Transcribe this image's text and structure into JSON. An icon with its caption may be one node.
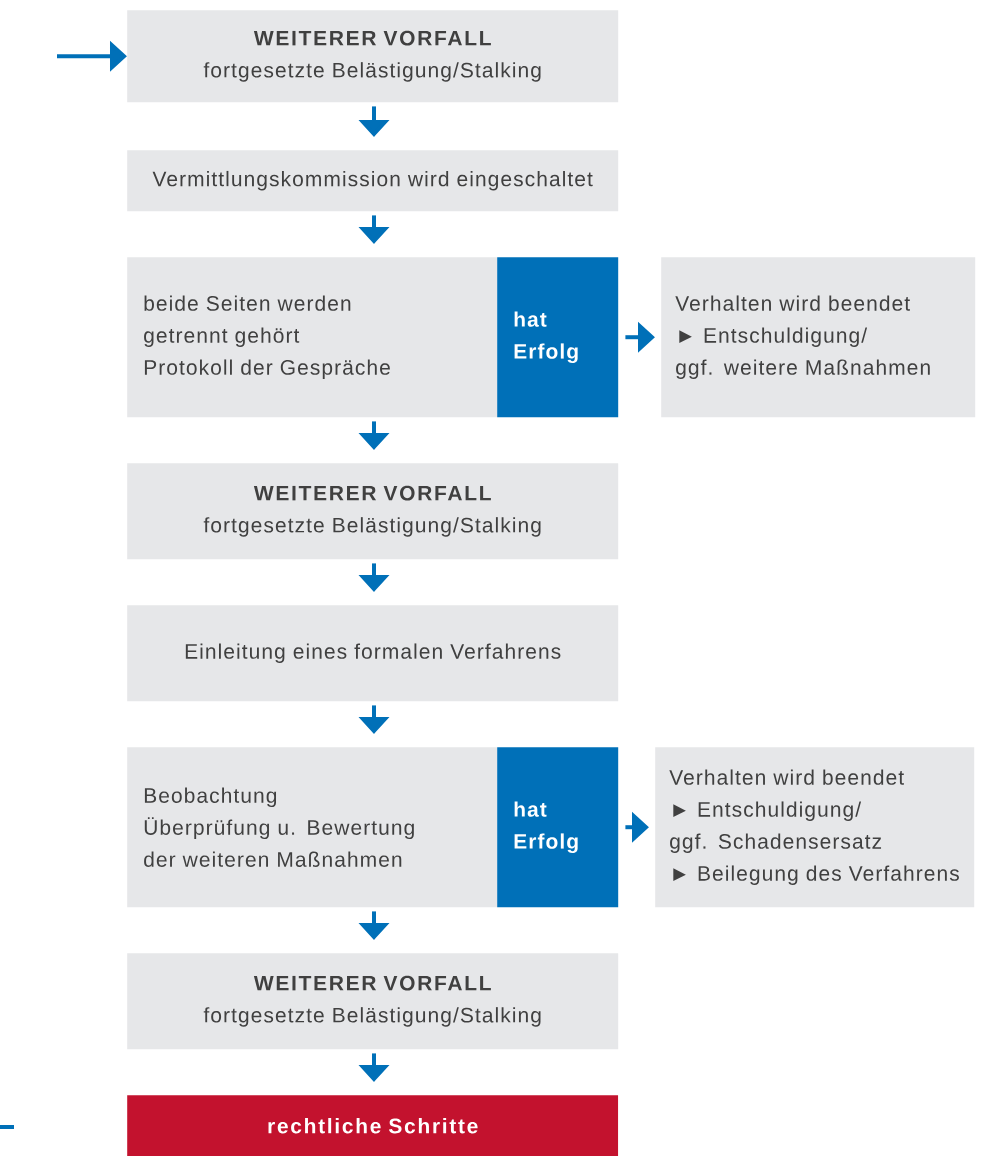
{
  "diagram": {
    "nodes": [
      {
        "text": [
          "WEITERER VORFALL",
          "fortgesetzte Belästigung/Stalking"
        ]
      },
      {
        "text": [
          "Vermittlungskommission wird eingeschaltet"
        ]
      },
      {
        "text": [
          "beide Seiten werden getrennt gehört",
          "Protokoll der Gespräche"
        ]
      },
      {
        "text": [
          "hat Erfolg"
        ]
      },
      {
        "text": [
          "Verhalten wird beendet",
          "► Entschuldigung/",
          "ggf. weitere Maßnahmen"
        ]
      },
      {
        "text": [
          "WEITERER VORFALL",
          "fortgesetzte Belästigung/Stalking"
        ]
      },
      {
        "text": [
          "Einleitung eines formalen Verfahrens"
        ]
      },
      {
        "text": [
          "Beobachtung",
          "Überprüfung u. Bewertung",
          "der weiteren Maßnahmen"
        ]
      },
      {
        "text": [
          "hat Erfolg"
        ]
      },
      {
        "text": [
          "Verhalten wird beendet",
          "► Entschuldigung/",
          "ggf. Schadensersatz",
          "► Beilegung des Verfahrens"
        ]
      },
      {
        "text": [
          "WEITERER VORFALL",
          "fortgesetzte Belästigung/Stalking"
        ]
      },
      {
        "text": [
          "rechtliche Schritte"
        ]
      }
    ],
    "edges": [
      {
        "from": null,
        "to": 0,
        "arrow": "to"
      },
      {
        "from": 0,
        "to": 1,
        "arrow": "to"
      },
      {
        "from": 1,
        "to": 2,
        "arrow": "to"
      },
      {
        "from": 3,
        "to": 4,
        "arrow": "to"
      },
      {
        "from": 2,
        "to": 5,
        "arrow": "to"
      },
      {
        "from": 5,
        "to": 6,
        "arrow": "to"
      },
      {
        "from": 6,
        "to": 7,
        "arrow": "to"
      },
      {
        "from": 8,
        "to": 9,
        "arrow": "to"
      },
      {
        "from": 7,
        "to": 10,
        "arrow": "to"
      },
      {
        "from": 10,
        "to": 11,
        "arrow": "to"
      }
    ]
  }
}
